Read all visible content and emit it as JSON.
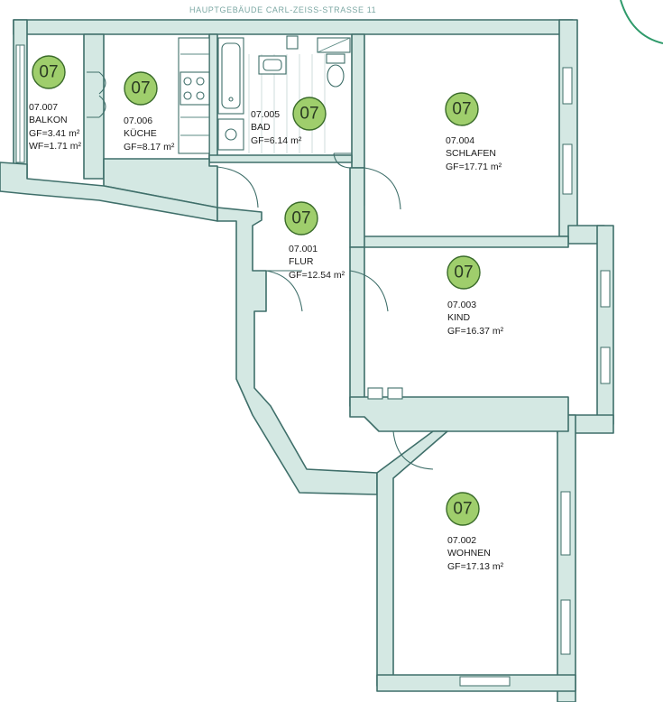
{
  "header_text": "HAUPTGEBÄUDE CARL-ZEISS-STRASSE 11",
  "badge_label": "07",
  "rooms": [
    {
      "id": "07.007",
      "name": "BALKON",
      "gf": "GF=3.41 m²",
      "wf": "WF=1.71 m²"
    },
    {
      "id": "07.006",
      "name": "KÜCHE",
      "gf": "GF=8.17 m²"
    },
    {
      "id": "07.005",
      "name": "BAD",
      "gf": "GF=6.14 m²"
    },
    {
      "id": "07.004",
      "name": "SCHLAFEN",
      "gf": "GF=17.71 m²"
    },
    {
      "id": "07.001",
      "name": "FLUR",
      "gf": "GF=12.54 m²"
    },
    {
      "id": "07.003",
      "name": "KIND",
      "gf": "GF=16.37 m²"
    },
    {
      "id": "07.002",
      "name": "WOHNEN",
      "gf": "GF=17.13 m²"
    }
  ],
  "colors": {
    "wall_fill": "#d4e8e3",
    "wall_line": "#3f6f6a",
    "badge": "#9fce6c"
  }
}
